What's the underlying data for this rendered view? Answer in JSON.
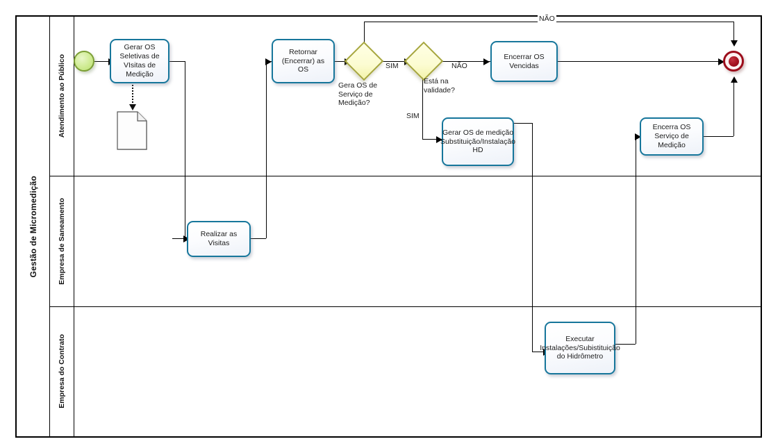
{
  "diagram": {
    "type": "bpmn-process",
    "pool": {
      "name": "Gestão de Micromedição"
    },
    "lanes": [
      {
        "id": "lane-atendimento",
        "name": "Atendimento ao Público"
      },
      {
        "id": "lane-saneamento",
        "name": "Empresa de Saneamento"
      },
      {
        "id": "lane-contrato",
        "name": "Empresa do Contrato"
      }
    ],
    "events": [
      {
        "id": "start-event",
        "name": "start-event",
        "type": "start",
        "lane": "lane-atendimento"
      },
      {
        "id": "end-event",
        "name": "end-event",
        "type": "end",
        "lane": "lane-atendimento"
      }
    ],
    "tasks": [
      {
        "id": "task-gerar-os-seletivas",
        "label": "Gerar OS Seletivas  de VIsitas de Medição",
        "lane": "lane-atendimento"
      },
      {
        "id": "task-retornar-encerrar-os",
        "label": "Retornar (Encerrar) as OS",
        "lane": "lane-atendimento"
      },
      {
        "id": "task-encerrar-os-vencidas",
        "label": "Encerrar OS Vencidas",
        "lane": "lane-atendimento"
      },
      {
        "id": "task-gerar-os-medicao-substituicao",
        "label": "Gerar OS  de medição Substituição/Instalação HD",
        "lane": "lane-atendimento"
      },
      {
        "id": "task-encerra-os-servico-medicao",
        "label": "Encerra OS Serviço de Medição",
        "lane": "lane-atendimento"
      },
      {
        "id": "task-realizar-visitas",
        "label": "Realizar as Visitas",
        "lane": "lane-saneamento"
      },
      {
        "id": "task-executar-instalacoes",
        "label": "Executar Instalações/Subistituição do Hidrômetro",
        "lane": "lane-contrato"
      }
    ],
    "gateways": [
      {
        "id": "gateway-gera-os-servico",
        "label": "Gera OS de Serviço de Medição?",
        "lane": "lane-atendimento"
      },
      {
        "id": "gateway-esta-na-validade",
        "label": "Está na validade?",
        "lane": "lane-atendimento"
      }
    ],
    "data_objects": [
      {
        "id": "data-object-1",
        "name": "data-object"
      }
    ],
    "flow_labels": {
      "nao_top": "NÃO",
      "sim_gera_os": "SIM",
      "nao_validade": "NÃO",
      "sim_validade": "SIM"
    },
    "colors": {
      "task_border": "#16769b",
      "gateway_border": "#a6a63c",
      "gateway_fill": "#fcfcd2",
      "start_border": "#7b9e35",
      "start_fill": "#cfeb93",
      "end_border": "#9c0d1b",
      "end_fill": "#a00f1d",
      "connector": "#000000",
      "pool_border": "#000000"
    }
  }
}
